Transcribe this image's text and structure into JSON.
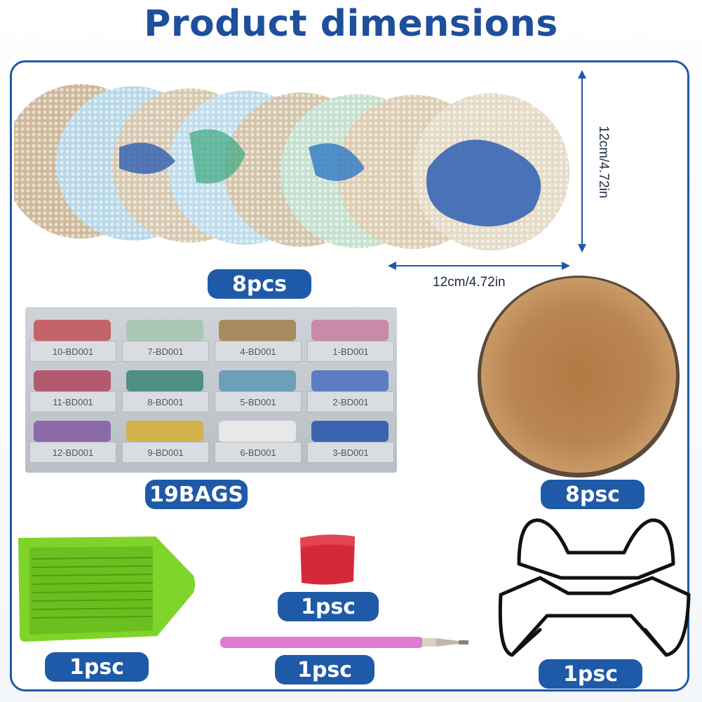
{
  "title": "Product dimensions",
  "coasters": {
    "count_label": "8pcs",
    "height_label": "12cm/4.72in",
    "width_label": "12cm/4.72in"
  },
  "bags": {
    "count_label": "19BAGS",
    "labels": [
      "10-BD001",
      "7-BD001",
      "4-BD001",
      "1-BD001",
      "11-BD001",
      "8-BD001",
      "5-BD001",
      "2-BD001",
      "12-BD001",
      "9-BD001",
      "6-BD001",
      "3-BD001"
    ]
  },
  "cork": {
    "count_label": "8psc"
  },
  "tray": {
    "count_label": "1psc"
  },
  "glue": {
    "count_label": "1psc"
  },
  "pen": {
    "count_label": "1psc"
  },
  "holder": {
    "count_label": "1psc"
  },
  "colors": {
    "accent": "#1e5aa8",
    "title": "#1d4f9c"
  }
}
